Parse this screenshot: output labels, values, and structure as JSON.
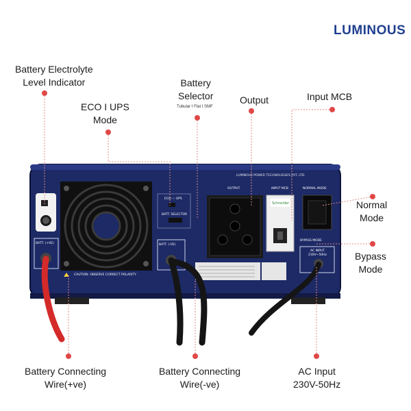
{
  "brand": {
    "logo": "LUMINOUS"
  },
  "labels": {
    "battery_level": [
      "Battery Electrolyte",
      "Level Indicator"
    ],
    "eco_ups": [
      "ECO I UPS",
      "Mode"
    ],
    "battery_selector": [
      "Battery",
      "Selector"
    ],
    "battery_selector_sub": "Tubular I Flat I SMF",
    "output": "Output",
    "input_mcb": "Input MCB",
    "normal_mode": [
      "Normal",
      "Mode"
    ],
    "bypass_mode": [
      "Bypass",
      "Mode"
    ],
    "battery_wire_pos": [
      "Battery Connecting",
      "Wire(+ve)"
    ],
    "battery_wire_neg": [
      "Battery Connecting",
      "Wire(-ve)"
    ],
    "ac_input": [
      "AC Input",
      "230V-50Hz"
    ]
  },
  "panel": {
    "company": "LUMINOUS POWER TECHNOLOGIES PVT. LTD.",
    "output_tag": "OUTPUT",
    "input_mcb_tag": "INPUT MCB",
    "normal_mode_tag": "NORMAL MODE",
    "bypass_mode_tag": "BYPASS MODE",
    "ac_input_tag": "AC INPUT",
    "ac_input_rating": "230V~50Hz",
    "eco_ups_tag": "ECO — UPS",
    "batt_selector_tag": "BATT. SELECTOR",
    "batt_pos_tag": "BATT. (+VE)",
    "batt_neg_tag": "BATT. (-VE)",
    "caution": "CAUTION: OBSERVE CORRECT POLARITY",
    "mcb_brand": "Schneider"
  },
  "colors": {
    "accent_dot": "#e04848",
    "panel": "#1d2a66",
    "logo": "#1f3f8f",
    "wire_red": "#d42a2a"
  }
}
